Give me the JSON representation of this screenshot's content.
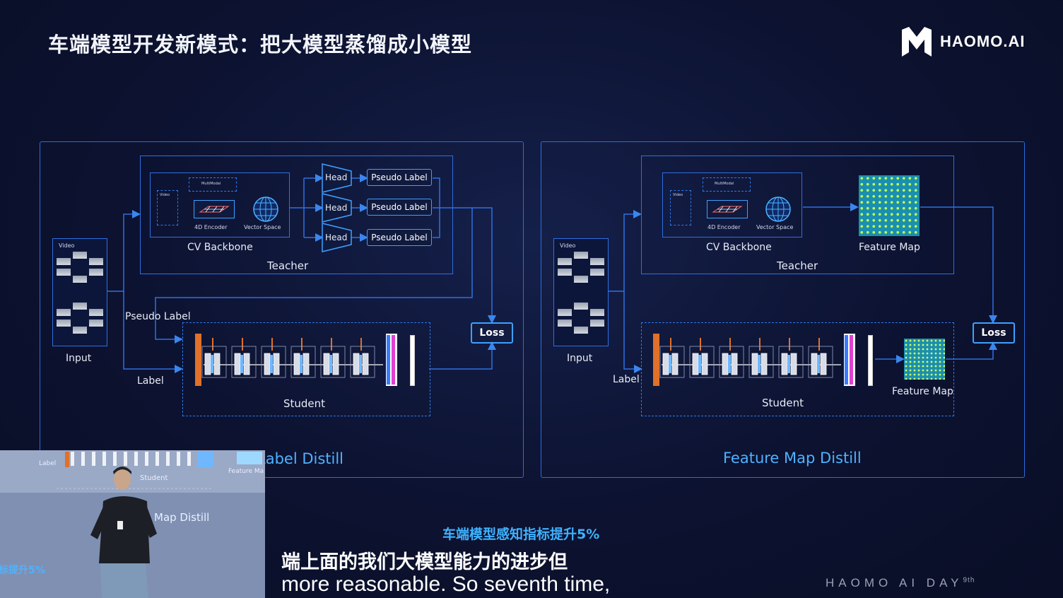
{
  "title": "车端模型开发新模式：把大模型蒸馏成小模型",
  "logo": {
    "text": "HAOMO.AI",
    "icon": "haomo-logo-icon"
  },
  "left_panel": {
    "video_caption": "Video",
    "input_label": "Input",
    "multimodal": "MultiModal",
    "video_small": "Video",
    "encoder_label": "4D Encoder",
    "vector_label": "Vector Space",
    "backbone_label": "CV Backbone",
    "teacher_label": "Teacher",
    "heads": [
      "Head",
      "Head",
      "Head"
    ],
    "pseudo_labels": [
      "Pseudo Label",
      "Pseudo Label",
      "Pseudo Label"
    ],
    "pseudo_label_edge": "Pseudo Label",
    "label_edge": "Label",
    "student_label": "Student",
    "loss_label": "Loss",
    "distill_title": "Label Distill"
  },
  "right_panel": {
    "video_caption": "Video",
    "input_label": "Input",
    "multimodal": "MultiModal",
    "video_small": "Video",
    "encoder_label": "4D Encoder",
    "vector_label": "Vector Space",
    "backbone_label": "CV Backbone",
    "teacher_label": "Teacher",
    "teacher_feature_map": "Feature Map",
    "student_feature_map": "Feature Map",
    "label_edge": "Label",
    "student_label": "Student",
    "loss_label": "Loss",
    "distill_title": "Feature Map Distill"
  },
  "video_overlay": {
    "label": "Label",
    "student": "Student",
    "feature_map": "Feature Ma",
    "map_distill": "Map Distill",
    "cn_fragment": "标提升5%"
  },
  "subtitles": {
    "highlight": "车端模型感知指标提升5%",
    "chinese": "端上面的我们大模型能力的进步但",
    "english": "more reasonable. So seventh time,"
  },
  "watermark": {
    "text": "HAOMO AI DAY",
    "sup": "9th"
  },
  "colors": {
    "accent": "#3fa0ff",
    "border": "#2a6de0",
    "background": "#0d1230"
  }
}
